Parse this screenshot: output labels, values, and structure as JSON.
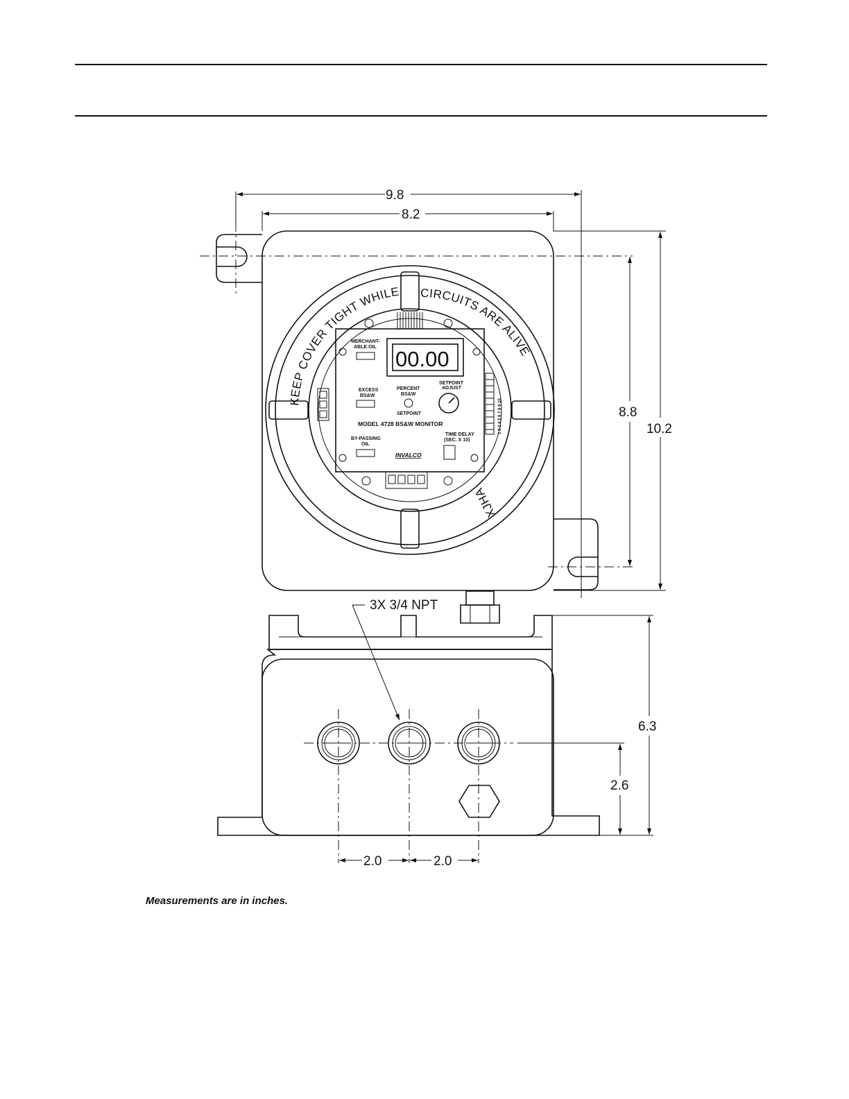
{
  "caption": "Measurements are in inches.",
  "dimensions": {
    "overall_width": "9.8",
    "body_width": "8.2",
    "mount_height": "8.8",
    "overall_height": "10.2",
    "side_height": "6.3",
    "hole_height": "2.6",
    "hole_spacing_1": "2.0",
    "hole_spacing_2": "2.0"
  },
  "callout": "3X 3/4 NPT",
  "cover_text": {
    "left_arc": "KEEP COVER TIGHT WHILE",
    "right_arc": "CIRCUITS ARE ALIVE",
    "mark": "XJHA"
  },
  "panel": {
    "display": "00.00",
    "merchantable": "MERCHANT-\nABLE OIL",
    "merchantable_1": "MERCHANT-",
    "merchantable_2": "ABLE OIL",
    "excess_1": "EXCESS",
    "excess_2": "BS&W",
    "percent_1": "PERCENT",
    "percent_2": "BS&W",
    "setpoint": "SETPOINT",
    "setpoint_adjust_1": "SETPOINT",
    "setpoint_adjust_2": "ADJUST",
    "model": "MODEL 4728 BS&W MONITOR",
    "bypassing_1": "BY-PASSING",
    "bypassing_2": "OIL",
    "time_delay_1": "TIME DELAY",
    "time_delay_2": "(SEC. X 10)",
    "brand": "INVALCO",
    "dip_numbers": "1 2 3 4 5 6 7 8 9 10"
  }
}
